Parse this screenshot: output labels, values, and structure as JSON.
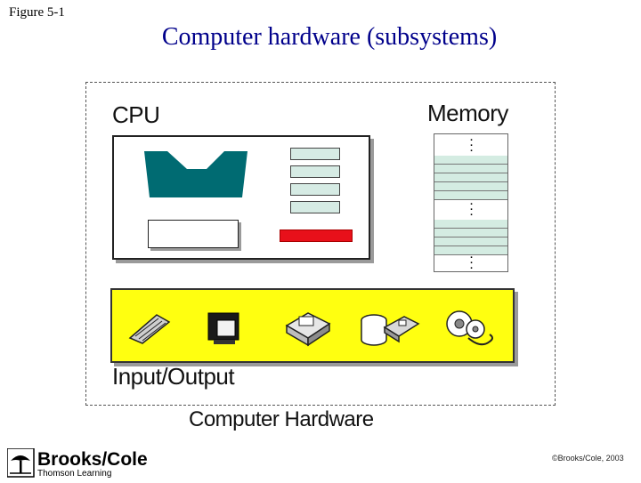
{
  "figure_label": "Figure 5-1",
  "title": "Computer hardware (subsystems)",
  "diagram": {
    "cpu_label": "CPU",
    "memory_label": "Memory",
    "io_label": "Input/Output",
    "hardware_label": "Computer Hardware"
  },
  "colors": {
    "title": "#00008b",
    "alu": "#006b72",
    "register": "#d6ebe4",
    "status": "#e8101a",
    "io_background": "#ffff10"
  },
  "devices": [
    "keyboard-icon",
    "monitor-icon",
    "printer-icon",
    "disk-drive-icon",
    "tape-drive-icon"
  ],
  "logo": {
    "brand": "Brooks/Cole",
    "tagline": "Thomson Learning"
  },
  "copyright": "©Brooks/Cole, 2003"
}
